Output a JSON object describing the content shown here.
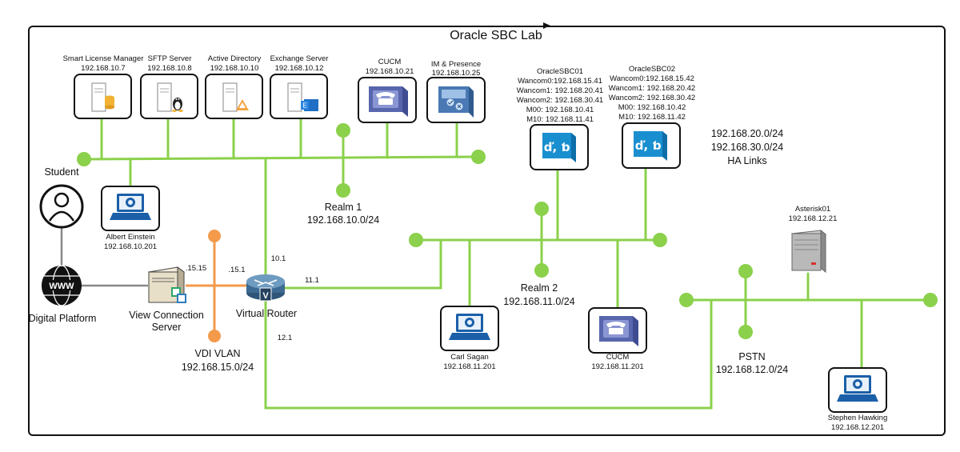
{
  "title": "Oracle SBC Lab",
  "colors": {
    "link": "#8bd14b",
    "node": "#8bd14b",
    "vdi": "#f39a4b",
    "frame": "#111111"
  },
  "nodes": {
    "smart_license": {
      "name": "Smart License Manager",
      "ip": "192.168.10.7",
      "icon": "server-database-icon"
    },
    "sftp": {
      "name": "SFTP Server",
      "ip": "192.168.10.8",
      "icon": "server-linux-icon"
    },
    "ad": {
      "name": "Active Directory",
      "ip": "192.168.10.10",
      "icon": "server-directory-icon"
    },
    "exchange": {
      "name": "Exchange Server",
      "ip": "192.168.10.12",
      "icon": "server-exchange-icon"
    },
    "cucm1": {
      "name": "CUCM",
      "ip": "192.168.10.21",
      "icon": "call-manager-icon"
    },
    "imp": {
      "name": "IM & Presence",
      "ip": "192.168.10.25",
      "icon": "presence-server-icon"
    },
    "sbc1": {
      "name": "OracleSBC01",
      "lines": [
        "Wancom0:192.168.15.41",
        "Wancom1: 192.168.20.41",
        "Wancom2: 192.168.30.41",
        "M00: 192.168.10.41",
        "M10: 192.168.11.41"
      ],
      "icon": "sbc-icon"
    },
    "sbc2": {
      "name": "OracleSBC02",
      "lines": [
        "Wancom0:192.168.15.42",
        "Wancom1: 192.168.20.42",
        "Wancom2: 192.168.30.42",
        "M00: 192.168.10.42",
        "M10: 192.168.11.42"
      ],
      "icon": "sbc-icon"
    },
    "ha": {
      "lines": [
        "192.168.20.0/24",
        "192.168.30.0/24",
        "HA Links"
      ]
    },
    "student": {
      "name": "Student",
      "icon": "user-icon"
    },
    "digital": {
      "name": "Digital Platform",
      "icon": "www-globe-icon"
    },
    "einstein": {
      "name": "Albert Einstein",
      "ip": "192.168.10.201",
      "icon": "laptop-icon"
    },
    "view": {
      "name": "View Connection Server",
      "icon": "server-tower-icon"
    },
    "router": {
      "name": "Virtual Router",
      "icon": "router-icon"
    },
    "sagan": {
      "name": "Carl Sagan",
      "ip": "192.168.11.201",
      "icon": "laptop-icon"
    },
    "cucm2": {
      "name": "CUCM",
      "ip": "192.168.11.201",
      "icon": "call-manager-icon"
    },
    "asterisk": {
      "name": "Asterisk01",
      "ip": "192.168.12.21",
      "icon": "rack-server-icon"
    },
    "hawking": {
      "name": "Stephen Hawking",
      "ip": "192.168.12.201",
      "icon": "laptop-icon"
    }
  },
  "networks": {
    "realm1": {
      "name": "Realm 1",
      "subnet": "192.168.10.0/24"
    },
    "realm2": {
      "name": "Realm 2",
      "subnet": "192.168.11.0/24"
    },
    "pstn": {
      "name": "PSTN",
      "subnet": "192.168.12.0/24"
    },
    "vdi": {
      "name": "VDI VLAN",
      "subnet": "192.168.15.0/24"
    }
  },
  "interfaces": {
    "view_vdi": ".15.15",
    "router_vdi": ".15.1",
    "router_realm1": "10.1",
    "router_realm2": "11.1",
    "router_pstn": "12.1"
  }
}
